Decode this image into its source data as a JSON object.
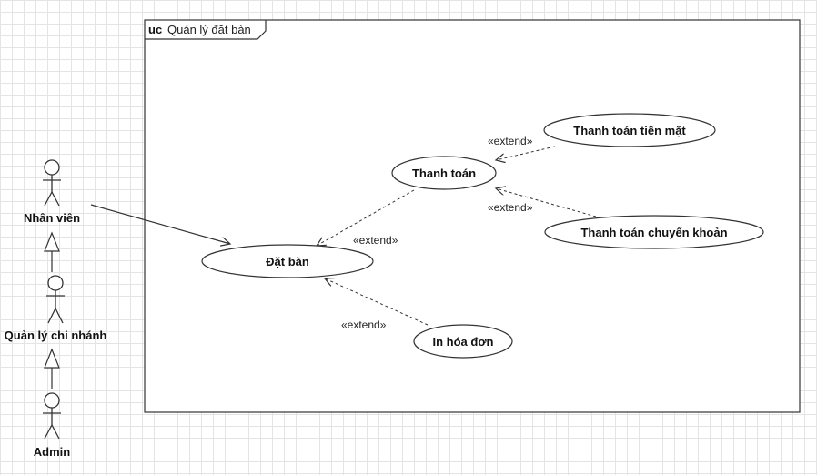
{
  "frame": {
    "keyword": "uc",
    "name": "Quản lý đặt bàn"
  },
  "actors": [
    {
      "id": "nhan-vien",
      "label": "Nhân viên"
    },
    {
      "id": "quan-ly-chi-nhanh",
      "label": "Quản lý chi nhánh"
    },
    {
      "id": "admin",
      "label": "Admin"
    }
  ],
  "use_cases": [
    {
      "id": "dat-ban",
      "label": "Đặt bàn"
    },
    {
      "id": "thanh-toan",
      "label": "Thanh toán"
    },
    {
      "id": "thanh-toan-tien-mat",
      "label": "Thanh toán tiền mặt"
    },
    {
      "id": "thanh-toan-chuyen-khoan",
      "label": "Thanh toán chuyển khoản"
    },
    {
      "id": "in-hoa-don",
      "label": "In hóa đơn"
    }
  ],
  "relations": {
    "association": {
      "from": "Nhân viên",
      "to": "Đặt bàn"
    },
    "generalizations": [
      {
        "child": "Quản lý chi nhánh",
        "parent": "Nhân viên"
      },
      {
        "child": "Admin",
        "parent": "Quản lý chi nhánh"
      }
    ],
    "extends": [
      {
        "from": "Thanh toán",
        "to": "Đặt bàn",
        "label": "«extend»"
      },
      {
        "from": "Thanh toán tiền mặt",
        "to": "Thanh toán",
        "label": "«extend»"
      },
      {
        "from": "Thanh toán chuyển khoản",
        "to": "Thanh toán",
        "label": "«extend»"
      },
      {
        "from": "In hóa đơn",
        "to": "Đặt bàn",
        "label": "«extend»"
      }
    ]
  }
}
